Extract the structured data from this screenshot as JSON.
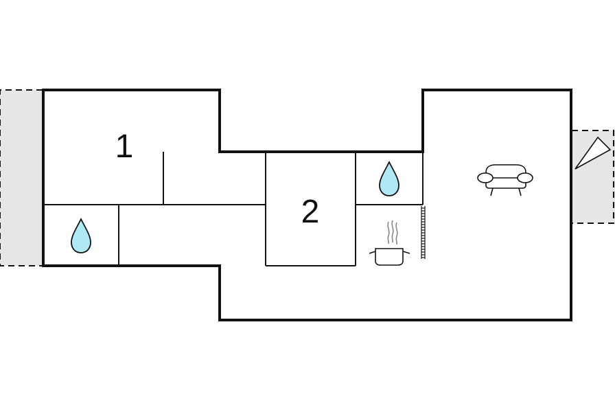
{
  "plan": {
    "rooms": [
      {
        "id": "bedroom-1",
        "label": "1"
      },
      {
        "id": "bedroom-2",
        "label": "2"
      }
    ],
    "icons": [
      "water-drop-icon",
      "water-drop-icon",
      "cooking-pot-icon",
      "armchair-icon",
      "terrace-arrow-icon"
    ],
    "colors": {
      "wall": "#111111",
      "terrace": "#e6e6e6",
      "water": "#aee9f5"
    }
  }
}
